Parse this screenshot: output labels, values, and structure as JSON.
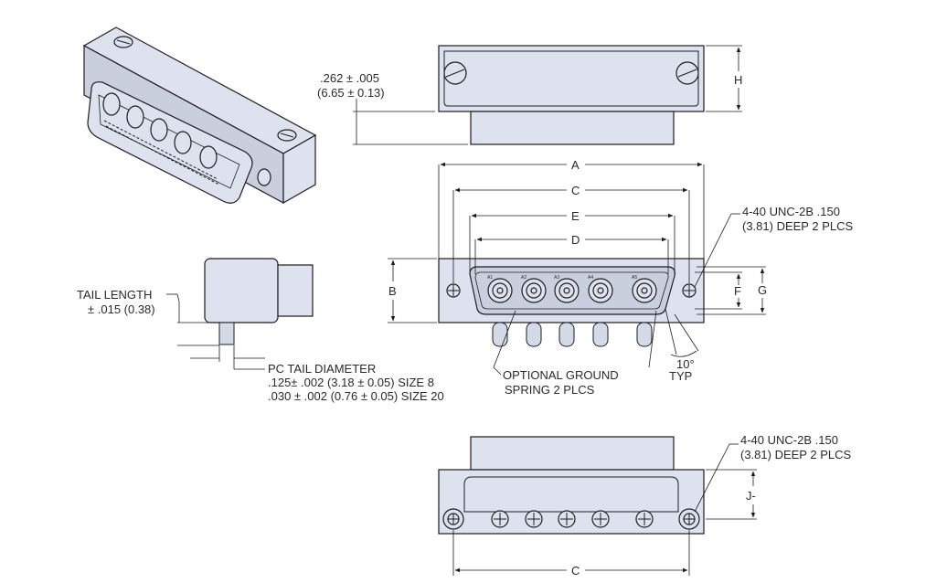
{
  "top_view": {
    "dim_thickness_in": ".262 ± .005",
    "dim_thickness_mm": "(6.65 ± 0.13)",
    "dim_h": "H"
  },
  "front_view": {
    "dim_a": "A",
    "dim_c": "C",
    "dim_e": "E",
    "dim_d": "D",
    "dim_b": "B",
    "dim_f": "F",
    "dim_g": "G",
    "contact_labels": [
      "A1",
      "A2",
      "A3",
      "A4",
      "A5"
    ],
    "thread_note_line1": "4-40 UNC-2B .150",
    "thread_note_line2": "(3.81) DEEP 2 PLCS",
    "angle_note_line1": "10°",
    "angle_note_line2": "TYP",
    "ground_note_line1": "OPTIONAL GROUND",
    "ground_note_line2": "SPRING 2 PLCS"
  },
  "side_view": {
    "tail_length_line1": "TAIL LENGTH",
    "tail_length_line2": "± .015 (0.38)",
    "tail_dia_line1": "PC TAIL DIAMETER",
    "tail_dia_line2": ".125± .002 (3.18 ± 0.05) SIZE 8",
    "tail_dia_line3": ".030 ± .002 (0.76 ± 0.05) SIZE 20"
  },
  "bottom_view": {
    "thread_note_line1": "4-40 UNC-2B .150",
    "thread_note_line2": "(3.81) DEEP 2 PLCS",
    "dim_j": "J-",
    "dim_c": "C"
  }
}
